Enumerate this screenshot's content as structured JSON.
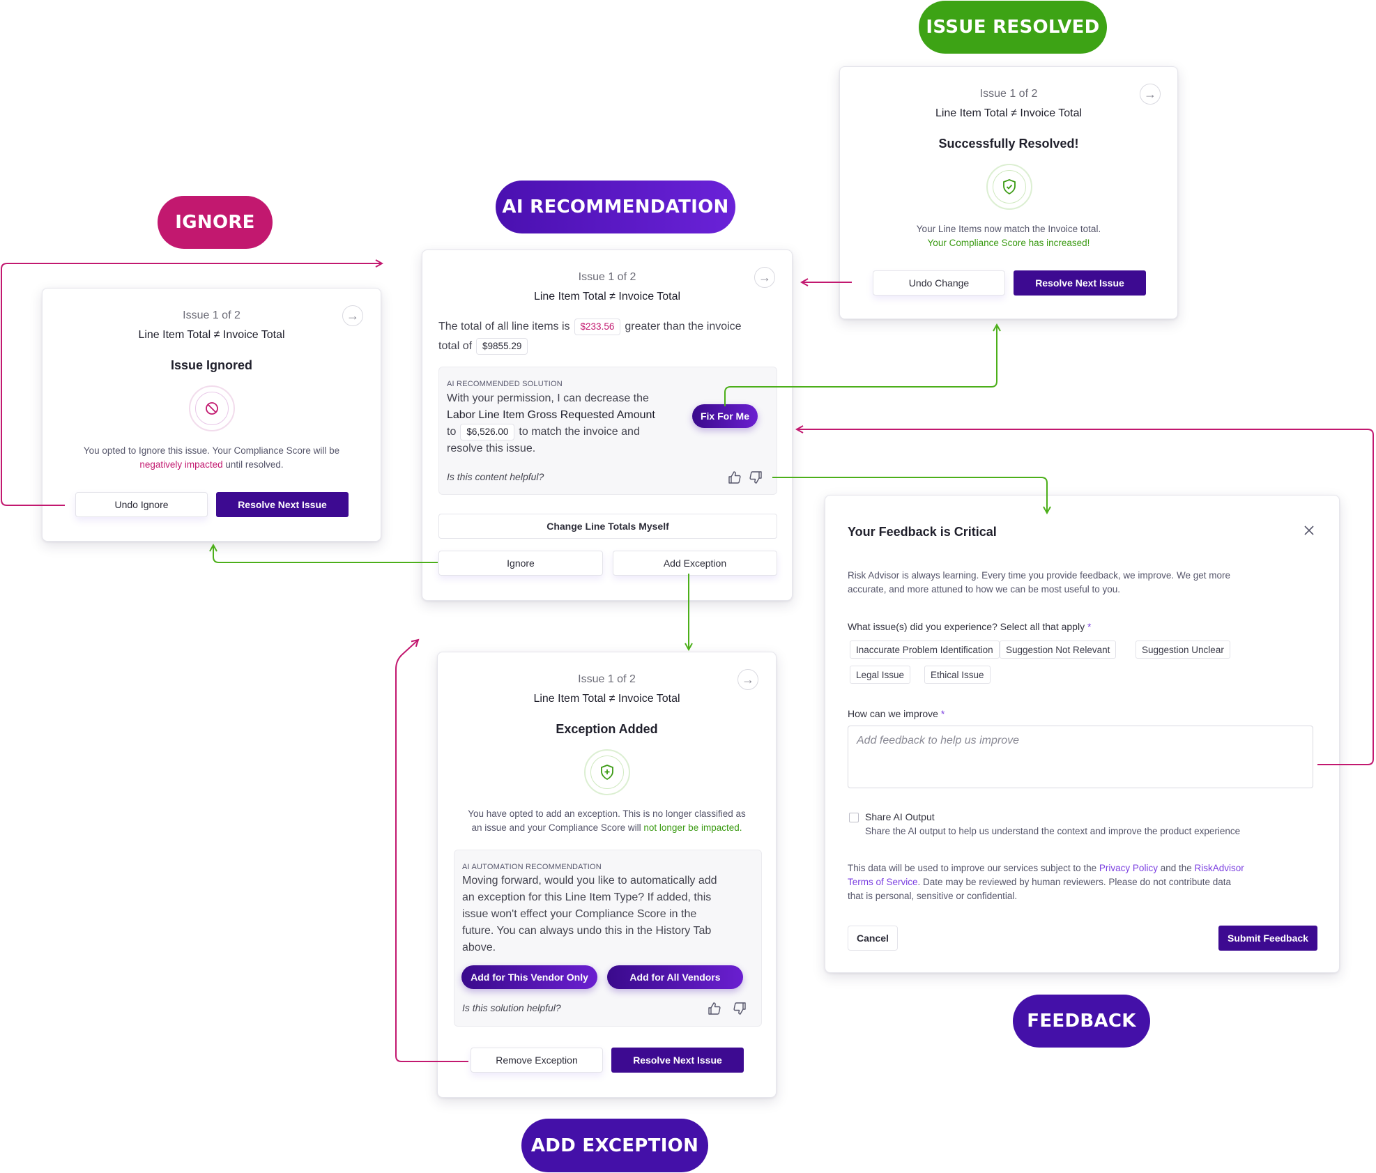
{
  "labels": {
    "issue_resolved": "ISSUE RESOLVED",
    "ai_recommendation": "AI RECOMMENDATION",
    "ignore": "IGNORE",
    "feedback": "FEEDBACK",
    "add_exception": "ADD EXCEPTION"
  },
  "colors": {
    "flow_green": "#4caf1a",
    "flow_magenta": "#c2186f",
    "primary_button": "#3d0a91",
    "resolved_pill": "#3da315",
    "ignore_pill": "#c2186f",
    "purple_pill": "#5b14c2"
  },
  "resolved_card": {
    "count": "Issue 1 of 2",
    "title": "Line Item Total ≠ Invoice Total",
    "status": "Successfully Resolved!",
    "icon": "shield-check-icon",
    "line1": "Your Line Items now match the Invoice total.",
    "line2": "Your Compliance Score has increased!",
    "undo_label": "Undo Change",
    "next_label": "Resolve Next Issue"
  },
  "ai_card": {
    "count": "Issue 1 of 2",
    "title": "Line Item Total ≠ Invoice Total",
    "desc_prefix": "The total of all line items is",
    "diff_value": "$233.56",
    "desc_mid": "greater than the invoice",
    "desc_total_prefix": "total of",
    "invoice_total": "$9855.29",
    "eyebrow": "AI RECOMMENDED SOLUTION",
    "rec_line1": "With your permission, I can decrease the",
    "rec_line2": "Labor Line Item Gross Requested Amount",
    "rec_to": "to",
    "rec_amount": "$6,526.00",
    "rec_line3_suffix": "to match the invoice and",
    "rec_line4": "resolve this issue.",
    "fix_label": "Fix For Me",
    "helpful_q": "Is this content helpful?",
    "change_label": "Change Line Totals Myself",
    "ignore_label": "Ignore",
    "exception_label": "Add Exception"
  },
  "ignored_card": {
    "count": "Issue 1 of 2",
    "title": "Line Item Total ≠ Invoice Total",
    "status": "Issue Ignored",
    "icon": "ban-icon",
    "line1": "You opted to Ignore this issue. Your Compliance Score will be",
    "line2_em": "negatively impacted",
    "line2_rest": " until resolved.",
    "undo_label": "Undo Ignore",
    "next_label": "Resolve Next Issue"
  },
  "exception_card": {
    "count": "Issue 1 of 2",
    "title": "Line Item Total ≠ Invoice Total",
    "status": "Exception Added",
    "icon": "shield-plus-icon",
    "line1": "You have opted to add an exception. This is no longer classified as",
    "line2": "an issue and your Compliance Score will ",
    "line2_em": "not longer be impacted.",
    "eyebrow": "AI AUTOMATION RECOMMENDATION",
    "auto_lines": [
      "Moving forward, would you like to automatically add",
      "an exception for this Line Item Type? If added, this",
      "issue won't effect your Compliance Score in the",
      "future. You can always undo this in the History Tab",
      "above."
    ],
    "vendor_only_label": "Add for This Vendor Only",
    "all_vendors_label": "Add for All Vendors",
    "helpful_q": "Is this solution helpful?",
    "remove_label": "Remove Exception",
    "next_label": "Resolve Next Issue"
  },
  "feedback_card": {
    "title": "Your Feedback is Critical",
    "intro_1": "Risk Advisor is always learning. Every time you provide feedback, we improve. We get more",
    "intro_2": "accurate, and more attuned to how we can be most useful to you.",
    "issues_q": "What issue(s) did you experience? Select all that apply",
    "required_mark": "*",
    "tags": [
      "Inaccurate Problem Identification",
      "Suggestion Not Relevant",
      "Suggestion Unclear",
      "Legal Issue",
      "Ethical Issue"
    ],
    "improve_q": "How can we improve",
    "textarea_placeholder": "Add feedback to help us improve",
    "share_label": "Share AI Output",
    "share_desc": "Share the AI output to help us understand the context and improve the product experience",
    "legal_1a": "This data will be used to improve our services subject to the ",
    "privacy_link": "Privacy Policy",
    "legal_1b": " and the ",
    "riskadvisor_link": "RiskAdvisor",
    "tos_link": "Terms of Service",
    "legal_2": ". Date may be reviewed by human reviewers. Please do not contribute data",
    "legal_3": "that is personal, sensitive or confidential.",
    "cancel_label": "Cancel",
    "submit_label": "Submit Feedback"
  }
}
